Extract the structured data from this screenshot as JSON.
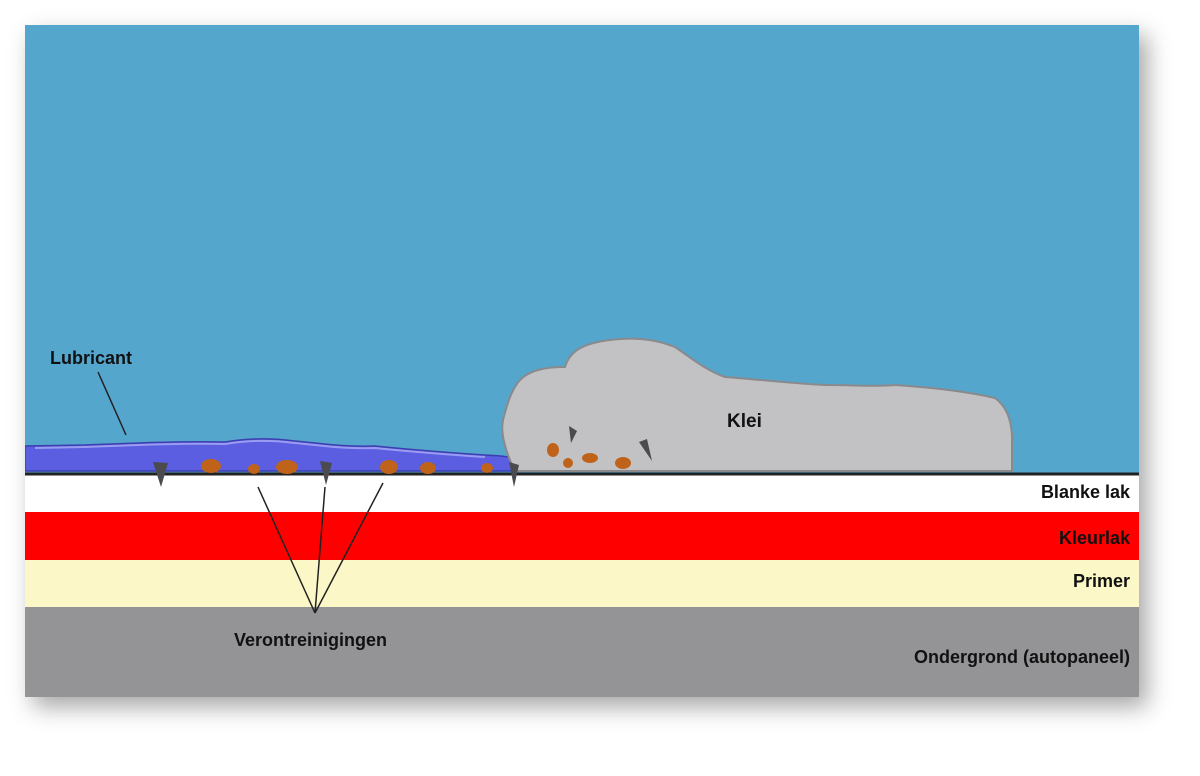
{
  "labels": {
    "lubricant": "Lubricant",
    "clay": "Klei",
    "clear_coat": "Blanke lak",
    "color_coat": "Kleurlak",
    "primer": "Primer",
    "substrate": "Ondergrond (autopaneel)",
    "contaminants": "Verontreinigingen"
  },
  "colors": {
    "sky": "#55a6cd",
    "clear_coat": "#ffffff",
    "color_coat": "#ff0000",
    "primer": "#fbf7c6",
    "substrate": "#949497",
    "lubricant": "#5b5ee0",
    "clay": "#c2c2c4",
    "contaminant": "#c0631a"
  }
}
